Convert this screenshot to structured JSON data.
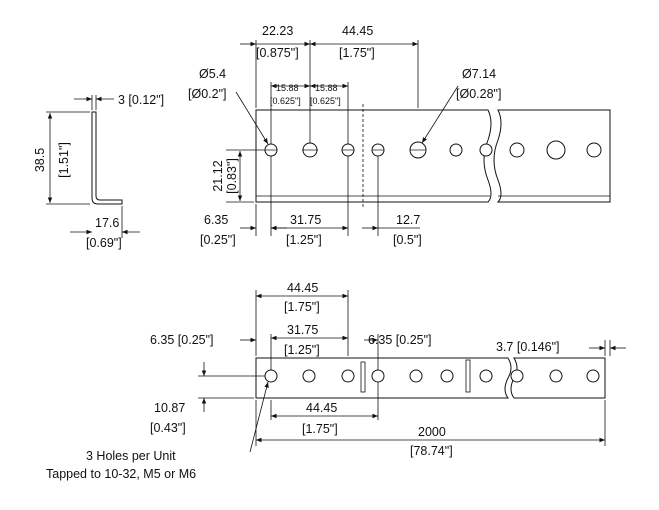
{
  "angle_profile": {
    "thickness": "3 [0.12\"]",
    "height_mm": "38.5",
    "height_in": "[1.51\"]",
    "flange_mm": "17.6",
    "flange_in": "[0.69\"]"
  },
  "top_view": {
    "pitch_22": "22.23",
    "pitch_22_in": "[0.875\"]",
    "pitch_44": "44.45",
    "pitch_44_in": "[1.75\"]",
    "hole_small_dia": "Ø5.4",
    "hole_small_dia_in": "[Ø0.2\"]",
    "hole_large_dia": "Ø7.14",
    "hole_large_dia_in": "[Ø0.28\"]",
    "spacing_a": "15.88",
    "spacing_a_in": "[0.625\"]",
    "spacing_b": "15.88",
    "spacing_b_in": "[0.625\"]",
    "hole_height_mm": "21.12",
    "hole_height_in": "[0.83\"]",
    "edge_mm": "6.35",
    "edge_in": "[0.25\"]",
    "span_mm": "31.75",
    "span_in": "[1.25\"]",
    "offset_mm": "12.7",
    "offset_in": "[0.5\"]"
  },
  "bottom_view": {
    "pitch_top": "44.45",
    "pitch_top_in": "[1.75\"]",
    "span_mm": "31.75",
    "span_in": "[1.25\"]",
    "edge_left": "6.35 [0.25\"]",
    "edge_right": "6.35 [0.25\"]",
    "end_offset": "3.7 [0.146\"]",
    "hole_height_mm": "10.87",
    "hole_height_in": "[0.43\"]",
    "pitch_bottom": "44.45",
    "pitch_bottom_in": "[1.75\"]",
    "length_mm": "2000",
    "length_in": "[78.74\"]",
    "note_line1": "3 Holes per Unit",
    "note_line2": "Tapped to 10-32, M5 or M6"
  }
}
